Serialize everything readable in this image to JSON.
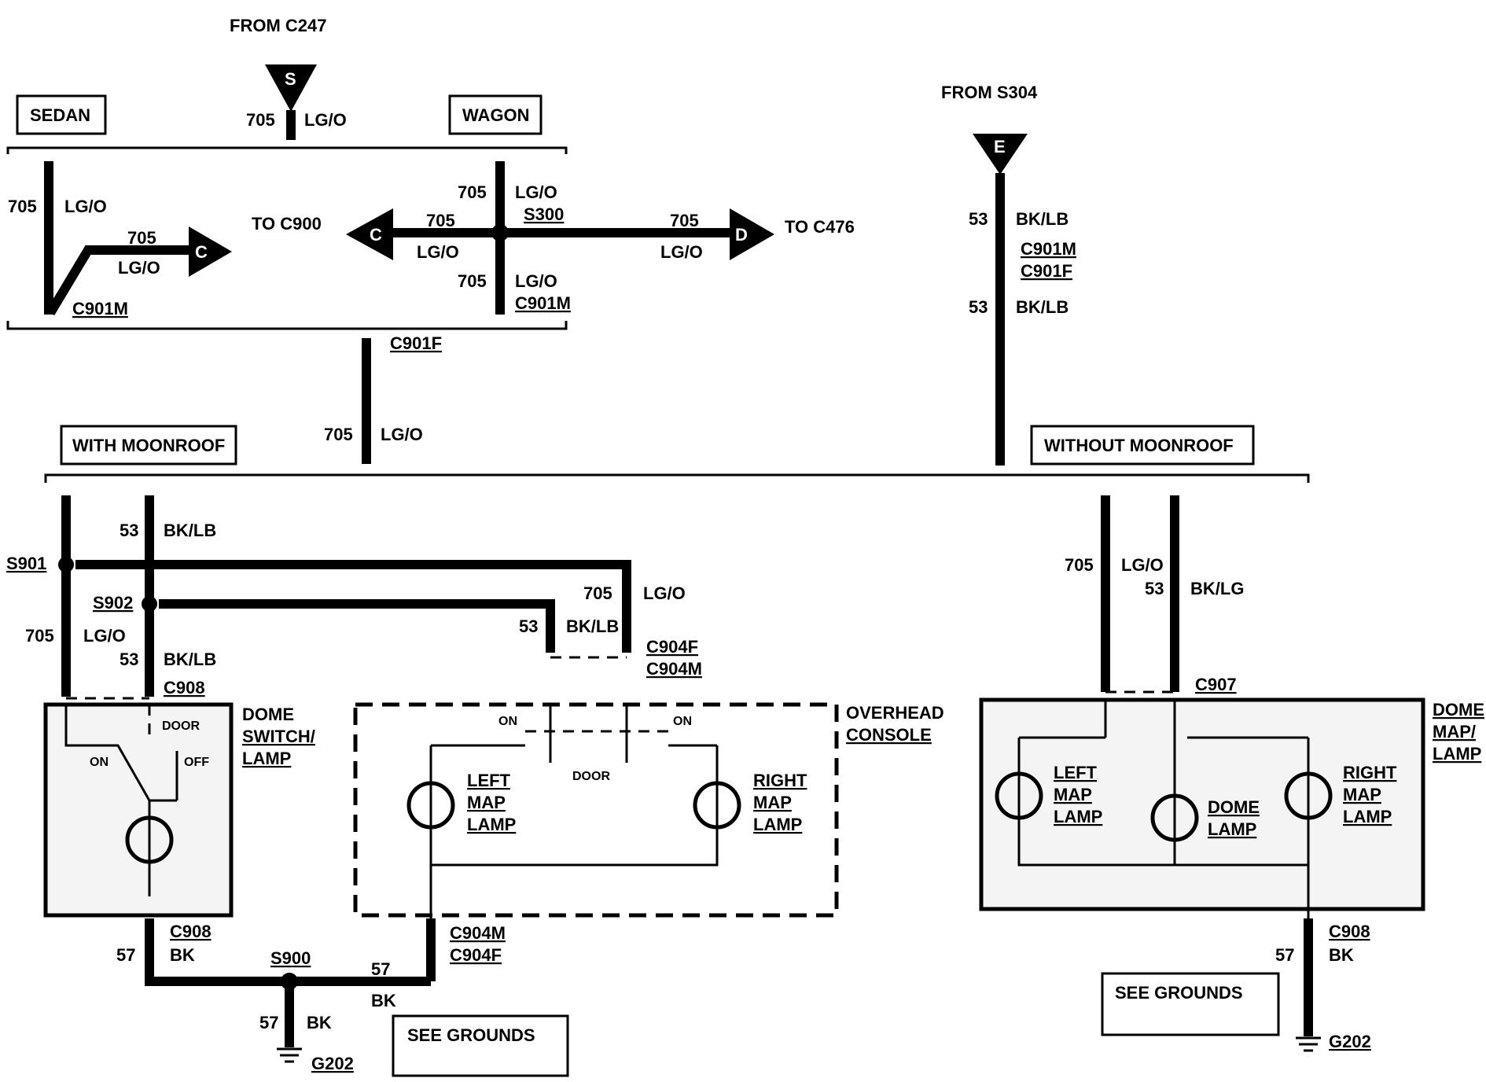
{
  "labels": {
    "from_c247": "FROM C247",
    "from_s304": "FROM S304",
    "sedan": "SEDAN",
    "wagon": "WAGON",
    "with_moonroof": "WITH MOONROOF",
    "without_moonroof": "WITHOUT MOONROOF",
    "to_c900": "TO C900",
    "to_c476": "TO C476",
    "see_grounds_left": "SEE GROUNDS",
    "see_grounds_right": "SEE GROUNDS",
    "dome_switch_lamp": [
      "DOME",
      "SWITCH/",
      "LAMP"
    ],
    "overhead_console": [
      "OVERHEAD",
      "CONSOLE"
    ],
    "dome_map_lamp": [
      "DOME",
      "MAP/",
      "LAMP"
    ],
    "left_map_lamp": [
      "LEFT",
      "MAP",
      "LAMP"
    ],
    "right_map_lamp": [
      "RIGHT",
      "MAP",
      "LAMP"
    ],
    "dome_lamp": [
      "DOME",
      "LAMP"
    ],
    "door": "DOOR",
    "on": "ON",
    "off": "OFF"
  },
  "connectors": {
    "s_top": "S",
    "e_top": "E",
    "c_arrow": "C",
    "d_arrow": "D",
    "c901m": "C901M",
    "c901f": "C901F",
    "s300": "S300",
    "s901": "S901",
    "s902": "S902",
    "s900": "S900",
    "c908": "C908",
    "c904f": "C904F",
    "c904m": "C904M",
    "c907": "C907",
    "g202": "G202"
  },
  "wires": {
    "n705": "705",
    "n53": "53",
    "n57": "57",
    "lgo": "LG/O",
    "bklb": "BK/LB",
    "bklg": "BK/LG",
    "bk": "BK"
  }
}
